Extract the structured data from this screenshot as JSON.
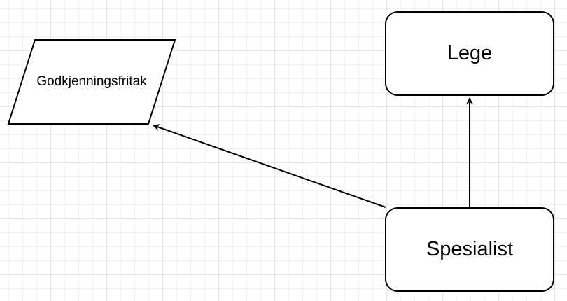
{
  "diagram": {
    "nodes": {
      "lege": {
        "label": "Lege"
      },
      "spesialist": {
        "label": "Spesialist"
      },
      "godkjenningsfritak": {
        "label": "Godkjenningsfritak"
      }
    },
    "edges": [
      {
        "from": "spesialist",
        "to": "lege"
      },
      {
        "from": "spesialist",
        "to": "godkjenningsfritak"
      }
    ]
  }
}
